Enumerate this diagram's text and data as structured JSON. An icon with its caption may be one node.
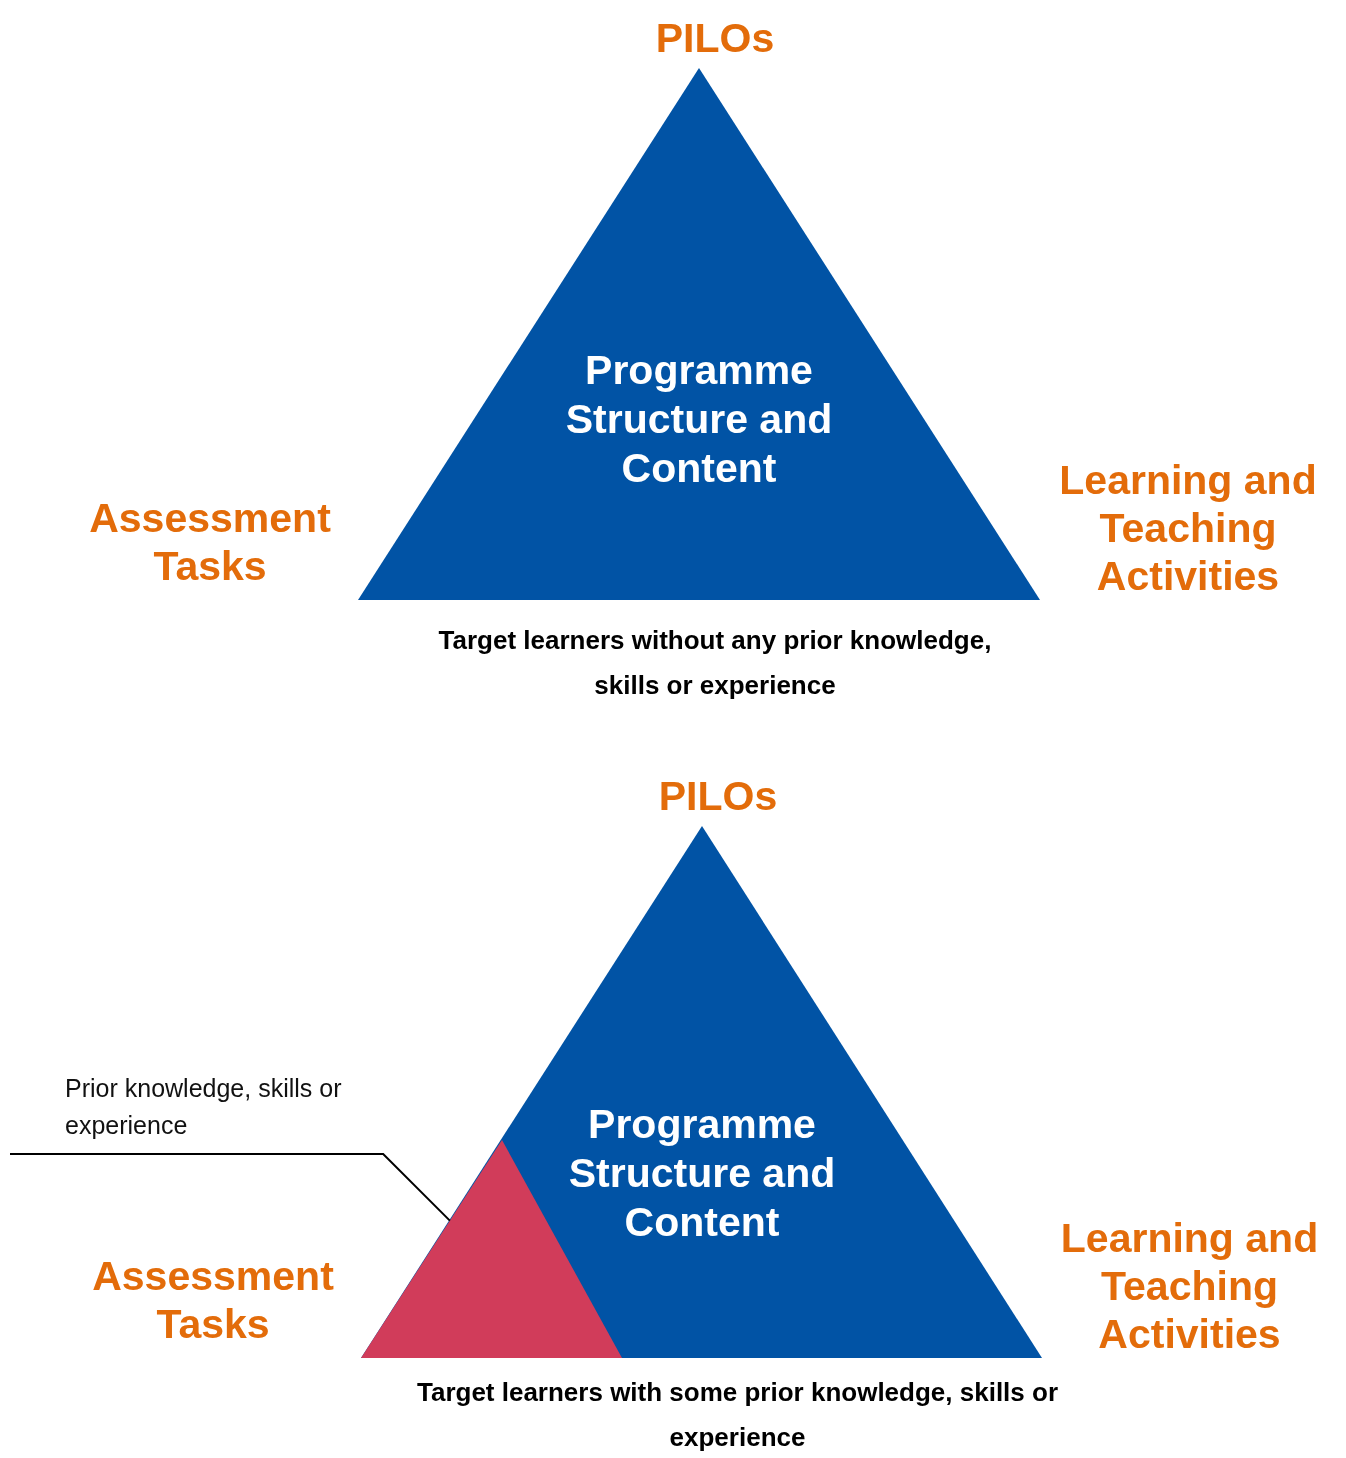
{
  "diagram": {
    "nodes": [
      {
        "text": [
          "Programme Structure and Content"
        ]
      },
      {
        "text": [
          "Programme Structure and Content"
        ]
      },
      {
        "text": [
          "Prior knowledge, skills or experience"
        ]
      },
      {
        "text": [],
        "shape": "triangle",
        "in": 1
      }
    ],
    "edges": [
      {
        "from": 2,
        "to": 3,
        "arrow": "none"
      }
    ],
    "labels": [
      "PILOs",
      "Assessment Tasks",
      "Learning and Teaching Activities",
      "Target learners without any prior knowledge, skills or experience",
      "PILOs",
      "Assessment Tasks",
      "Learning and Teaching Activities",
      "Target learners with some prior knowledge, skills or experience"
    ]
  }
}
